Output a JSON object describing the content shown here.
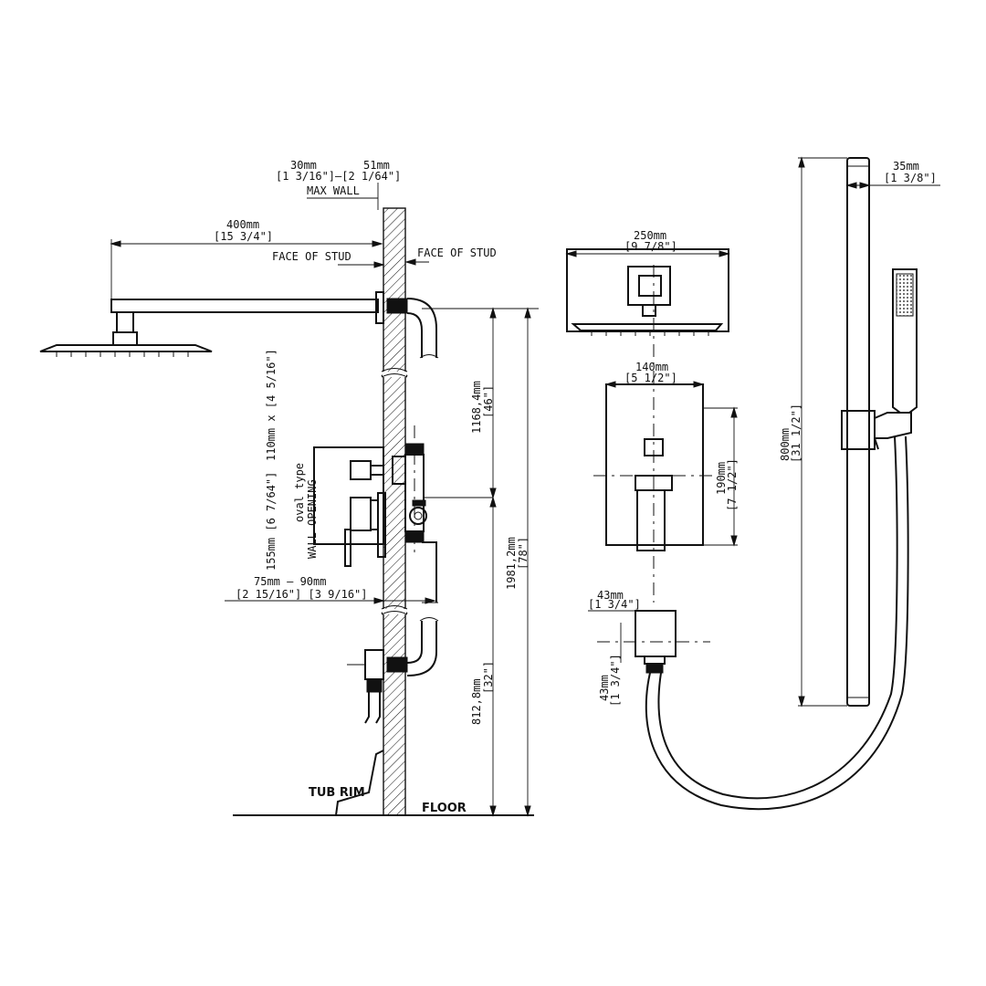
{
  "labels": {
    "max_wall_mm": "30mm",
    "max_wall_mm2": "51mm",
    "max_wall_in": "[1 3/16\"]—[2 1/64\"]",
    "max_wall": "MAX WALL",
    "arm_mm": "400mm",
    "arm_in": "[15 3/4\"]",
    "face_of_stud_left": "FACE OF STUD",
    "face_of_stud_right": "FACE OF STUD",
    "head_to_valve_mm": "1168,4mm",
    "head_to_valve_in": "[46\"]",
    "total_height_mm": "1981,2mm",
    "total_height_in": "[78\"]",
    "valve_height_mm": "812,8mm",
    "valve_height_in": "[32\"]",
    "opening_line1": "110mm  x  [4 5/16\"]",
    "opening_line2": "155mm  [6 7/64\"]",
    "oval_type": "oval type",
    "wall_opening": "WALL OPENING",
    "depth_mm": "75mm  —  90mm",
    "depth_in": "[2 15/16\"]  [3 9/16\"]",
    "tub_rim": "TUB RIM",
    "floor": "FLOOR",
    "head_width_mm": "250mm",
    "head_width_in": "[9 7/8\"]",
    "plate_width_mm": "140mm",
    "plate_width_in": "[5 1/2\"]",
    "plate_height_mm": "190mm",
    "plate_height_in": "[7 1/2\"]",
    "outlet_w_mm": "43mm",
    "outlet_w_in": "[1 3/4\"]",
    "outlet_h_mm": "43mm",
    "outlet_h_in": "[1 3/4\"]",
    "bar_length_mm": "800mm",
    "bar_length_in": "[31 1/2\"]",
    "bar_width_mm": "35mm",
    "bar_width_in": "[1 3/8\"]"
  }
}
